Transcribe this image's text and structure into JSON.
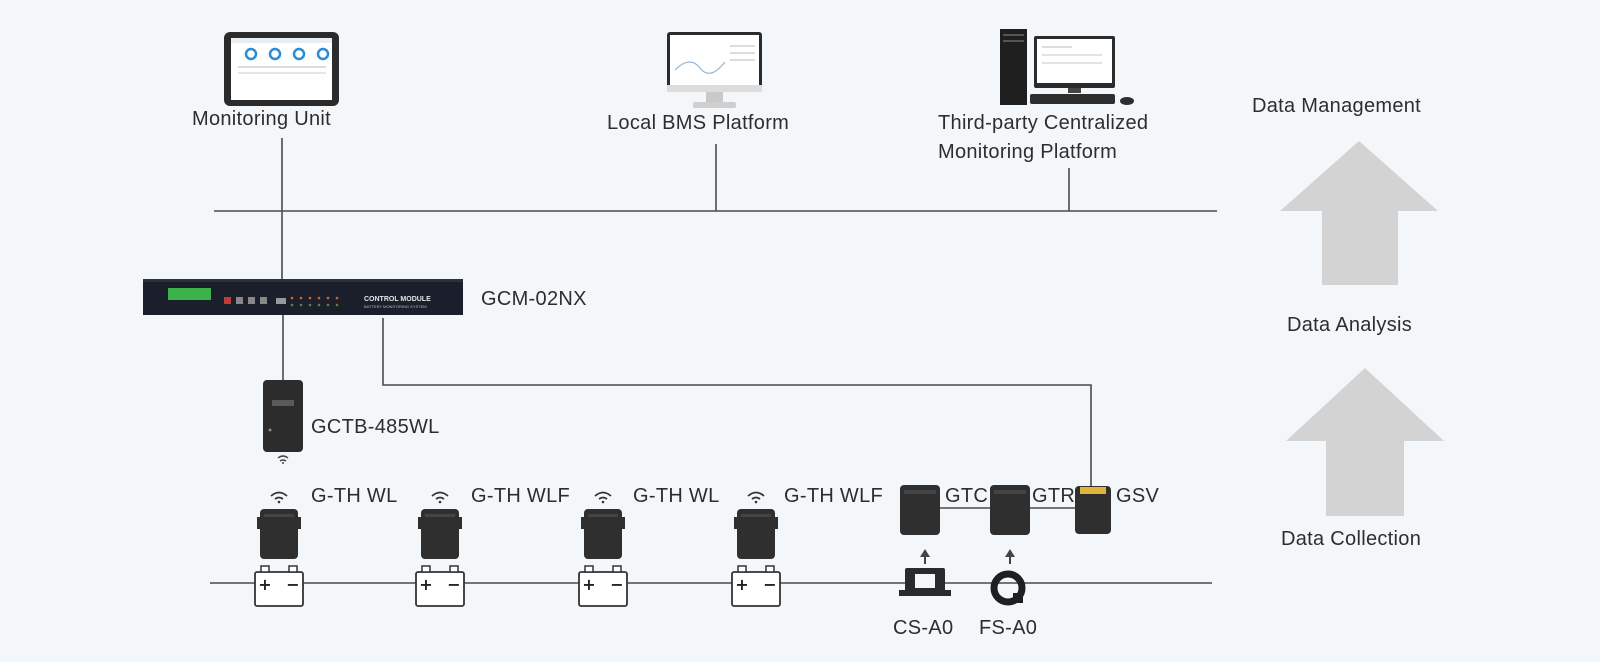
{
  "nodes": {
    "monitoring_unit": "Monitoring Unit",
    "local_bms": "Local BMS Platform",
    "third_party_line1": "Third-party Centralized",
    "third_party_line2": "Monitoring Platform",
    "control_module": "GCM-02NX",
    "control_module_panel_title": "CONTROL MODULE",
    "control_module_panel_sub": "BATTERY MONITORING SYSTEM",
    "gateway": "GCTB-485WL",
    "sensors": [
      {
        "label": "G-TH WL"
      },
      {
        "label": "G-TH WLF"
      },
      {
        "label": "G-TH WL"
      },
      {
        "label": "G-TH WLF"
      }
    ],
    "gtc": "GTC",
    "gtr": "GTR",
    "gsv": "GSV",
    "cs": "CS-A0",
    "fs": "FS-A0"
  },
  "stages": {
    "management": "Data Management",
    "analysis": "Data Analysis",
    "collection": "Data Collection"
  },
  "colors": {
    "background": "#f4f7fa",
    "line": "#4a4a4a",
    "arrow": "#d3d3d3",
    "device": "#2f2f2f",
    "module": "#1b1e2b",
    "lcd": "#3cb34a"
  }
}
